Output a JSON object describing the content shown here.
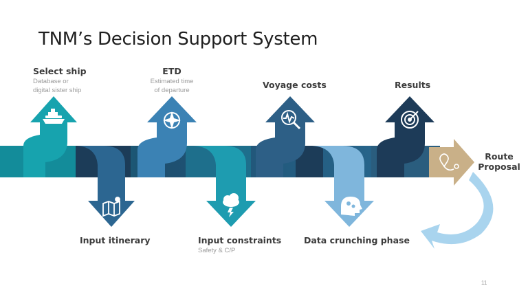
{
  "slide": {
    "title": "TNM’s Decision Support System",
    "page_number": "11"
  },
  "steps": {
    "select_ship": {
      "label": "Select ship",
      "sub_line1": "Database or",
      "sub_line2": "digital sister ship",
      "icon": "ship-icon",
      "color": "#17a3ae"
    },
    "input_itinerary": {
      "label": "Input itinerary",
      "icon": "map-icon",
      "color": "#2c6691"
    },
    "etd": {
      "label": "ETD",
      "sub_line1": "Estimated time",
      "sub_line2": "of departure",
      "icon": "compass-icon",
      "color": "#3b82b4"
    },
    "input_constraints": {
      "label": "Input constraints",
      "sub": "Safety & C/P",
      "icon": "weather-cloud-icon",
      "color": "#1e9cb0"
    },
    "voyage_costs": {
      "label": "Voyage costs",
      "icon": "cost-analysis-icon",
      "color": "#2d5f86"
    },
    "data_crunching": {
      "label": "Data crunching phase",
      "icon": "brain-gears-icon",
      "color": "#7fb6dc"
    },
    "results": {
      "label": "Results",
      "icon": "target-icon",
      "color": "#1d3b58"
    },
    "route_proposal": {
      "label_line1": "Route",
      "label_line2": "Proposal",
      "icon": "route-pin-icon",
      "color": "#c9b088"
    }
  },
  "colors": {
    "band_teal": "#138c9a",
    "band_navy": "#1c3c58",
    "return_arrow": "#a9d4ee"
  }
}
